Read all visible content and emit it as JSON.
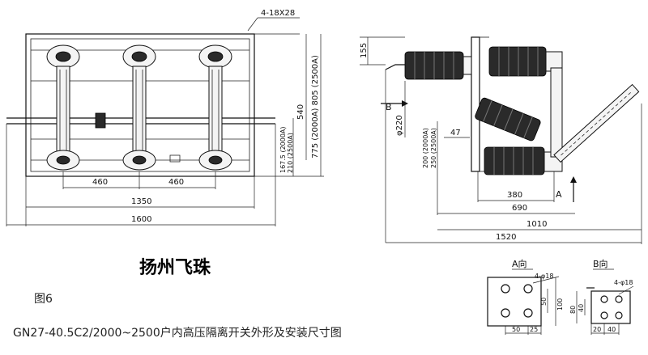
{
  "dims": {
    "bolt_holes": "4-18X28",
    "pole_spacing_1": "460",
    "pole_spacing_2": "460",
    "width_1350": "1350",
    "width_1600": "1600",
    "h_540": "540",
    "h_775_805": "775 (2000A) 805 (2500A)",
    "h_167_210": "167.5 (2000A)",
    "h_210": "210 (2500A)",
    "h_155": "155",
    "dia_220": "φ220",
    "h_200_250": "200 (2000A)",
    "h_250": "250 (2500A)",
    "h_47": "47",
    "l_380": "380",
    "l_690": "690",
    "l_1010": "1010",
    "l_1520": "1520"
  },
  "view_labels": {
    "b_arrow": "B",
    "a_arrow": "A",
    "view_a": "A向",
    "view_b": "B向"
  },
  "view_a": {
    "holes": "4-φ18",
    "d50": "50",
    "d25": "25",
    "d100": "100",
    "d50v": "50"
  },
  "view_b": {
    "holes": "4-φ18",
    "d80": "80",
    "d40v": "40",
    "d20": "20",
    "d40": "40"
  },
  "brand": "扬州飞珠",
  "figure_no": "图6",
  "caption": "GN27-40.5C2/2000~2500户内高压隔离开关外形及安装尺寸图"
}
